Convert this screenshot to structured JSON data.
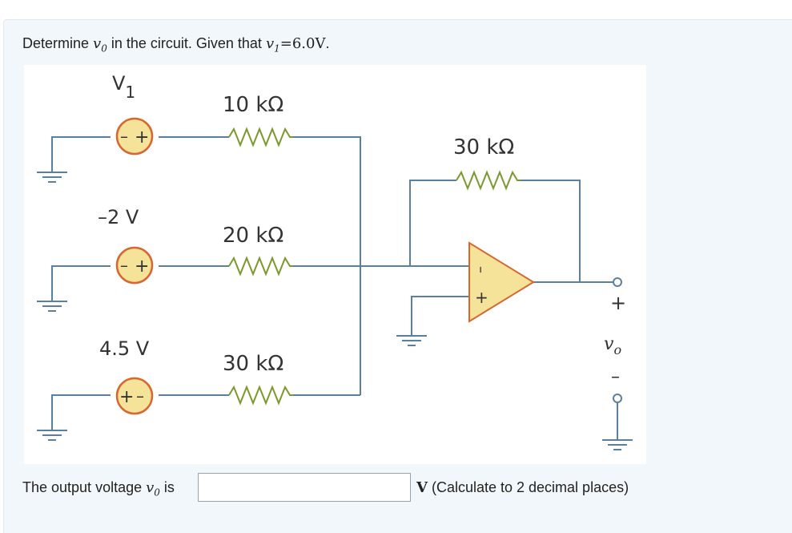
{
  "question": {
    "prefix": "Determine ",
    "var_v": "v",
    "var_sub": "0",
    "middle": " in the circuit. Given that ",
    "given_v": "v",
    "given_sub": "1",
    "given_value": "=6.0",
    "given_unit": "V",
    "suffix": "."
  },
  "circuit": {
    "source1_label": "V",
    "source1_sub": "1",
    "source2_label": "–2 V",
    "source3_label": "4.5 V",
    "r1_label": "10 kΩ",
    "r2_label": "20 kΩ",
    "r3_label": "30 kΩ",
    "rf_label": "30 kΩ",
    "out_plus": "+",
    "out_minus": "–",
    "out_label": "v",
    "out_sub": "o",
    "opamp_minus": "–",
    "opamp_plus": "+",
    "colors": {
      "wire": "#5b7f9e",
      "source_fill": "#f6e39a",
      "source_stroke": "#d9662f",
      "opamp_fill": "#f6e39a",
      "resistor": "#7a9a2c"
    }
  },
  "answer": {
    "label_prefix": "The output voltage ",
    "label_var": "v",
    "label_sub": "0",
    "label_suffix": " is",
    "input_value": "",
    "input_placeholder": "",
    "unit": "V",
    "note": " (Calculate to 2 decimal places)"
  }
}
